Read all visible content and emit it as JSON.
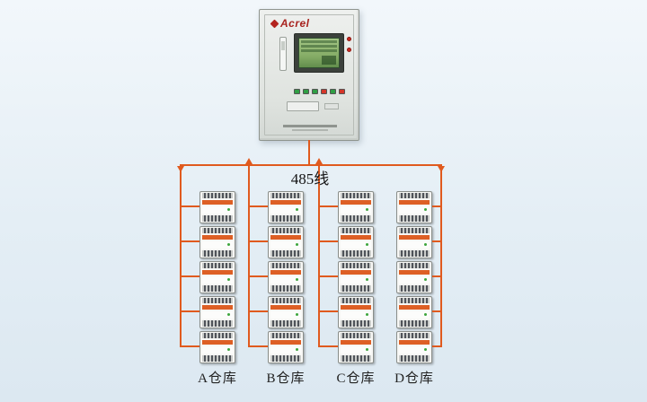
{
  "cabinet": {
    "brand": "Acrel",
    "brand_color": "#a8221e",
    "screen_color": "#86ad67",
    "accent_red": "#cf2a22",
    "buttons": [
      "#2f9e44",
      "#2f9e44",
      "#2f9e44",
      "#d4362a",
      "#2f9e44",
      "#d4362a"
    ]
  },
  "bus": {
    "label": "485线",
    "color": "#e05a1e"
  },
  "columns": [
    {
      "label": "A仓库",
      "devices": 5
    },
    {
      "label": "B仓库",
      "devices": 5
    },
    {
      "label": "C仓库",
      "devices": 5
    },
    {
      "label": "D仓库",
      "devices": 5
    }
  ]
}
